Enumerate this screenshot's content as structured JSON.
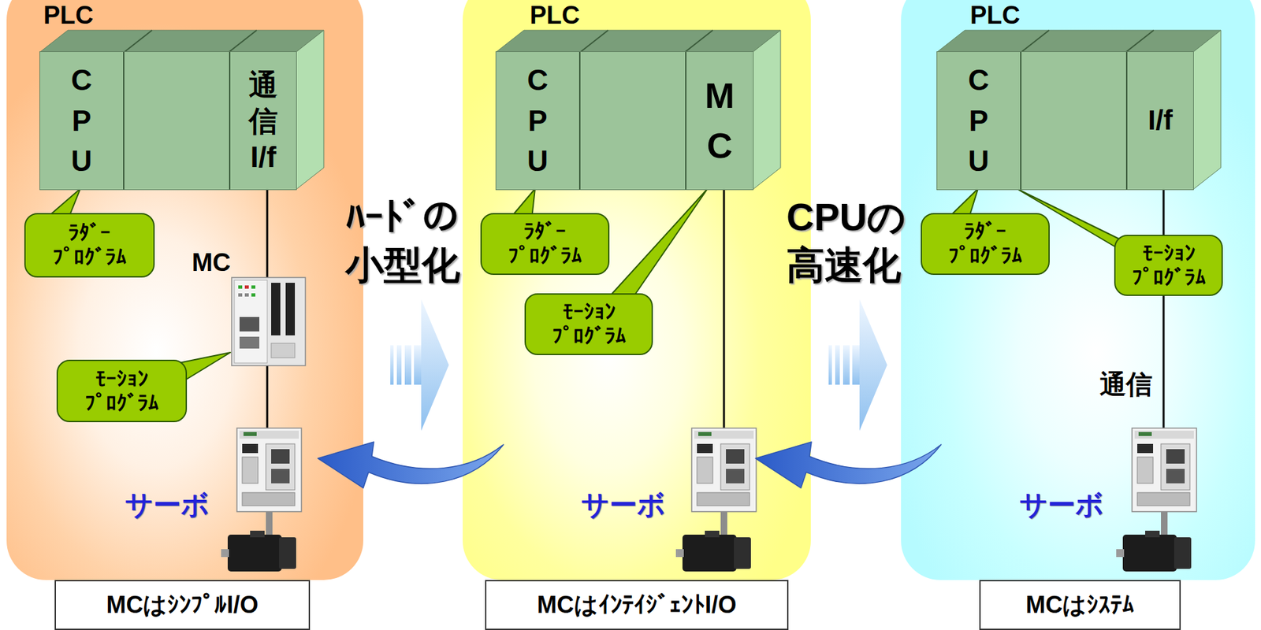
{
  "diagram": {
    "nodes": [
      {
        "text": [
          "サーボ"
        ]
      },
      {
        "text": [
          "PLC"
        ],
        "in": 0
      },
      {
        "text": [
          "CPU"
        ],
        "in": 1
      },
      {
        "text": [
          "通信I/f"
        ],
        "in": 1
      },
      {
        "text": [
          "ﾗﾀﾞｰ ﾌﾟﾛｸﾞﾗﾑ"
        ],
        "in": 0
      },
      {
        "text": [
          "ﾓｰｼｮﾝ ﾌﾟﾛｸﾞﾗﾑ"
        ],
        "in": 0
      },
      {
        "text": [
          "サーボ"
        ]
      },
      {
        "text": [
          "PLC"
        ],
        "in": 6
      },
      {
        "text": [
          "CPU"
        ],
        "in": 7
      },
      {
        "text": [
          "MC"
        ],
        "in": 7
      },
      {
        "text": [
          "ﾗﾀﾞｰ ﾌﾟﾛｸﾞﾗﾑ"
        ],
        "in": 6
      },
      {
        "text": [
          "ﾓｰｼｮﾝ ﾌﾟﾛｸﾞﾗﾑ"
        ],
        "in": 6
      },
      {
        "text": [
          "サーボ"
        ]
      },
      {
        "text": [
          "PLC"
        ],
        "in": 12
      },
      {
        "text": [
          "CPU"
        ],
        "in": 13
      },
      {
        "text": [
          "I/f"
        ],
        "in": 13
      },
      {
        "text": [
          "ﾗﾀﾞｰ ﾌﾟﾛｸﾞﾗﾑ"
        ],
        "in": 12
      },
      {
        "text": [
          "ﾓｰｼｮﾝ ﾌﾟﾛｸﾞﾗﾑ"
        ],
        "in": 12
      },
      {
        "text": [
          "MCはｼﾝﾌﾟﾙI/O"
        ]
      },
      {
        "text": [
          "MCはｲﾝﾃｲｼﾞｪﾝﾄI/O"
        ]
      },
      {
        "text": [
          "MCはｼｽﾃﾑ"
        ]
      }
    ],
    "labels": [
      "MC",
      "ﾊｰﾄﾞの 小型化",
      "CPUの 高速化",
      "通信"
    ]
  }
}
